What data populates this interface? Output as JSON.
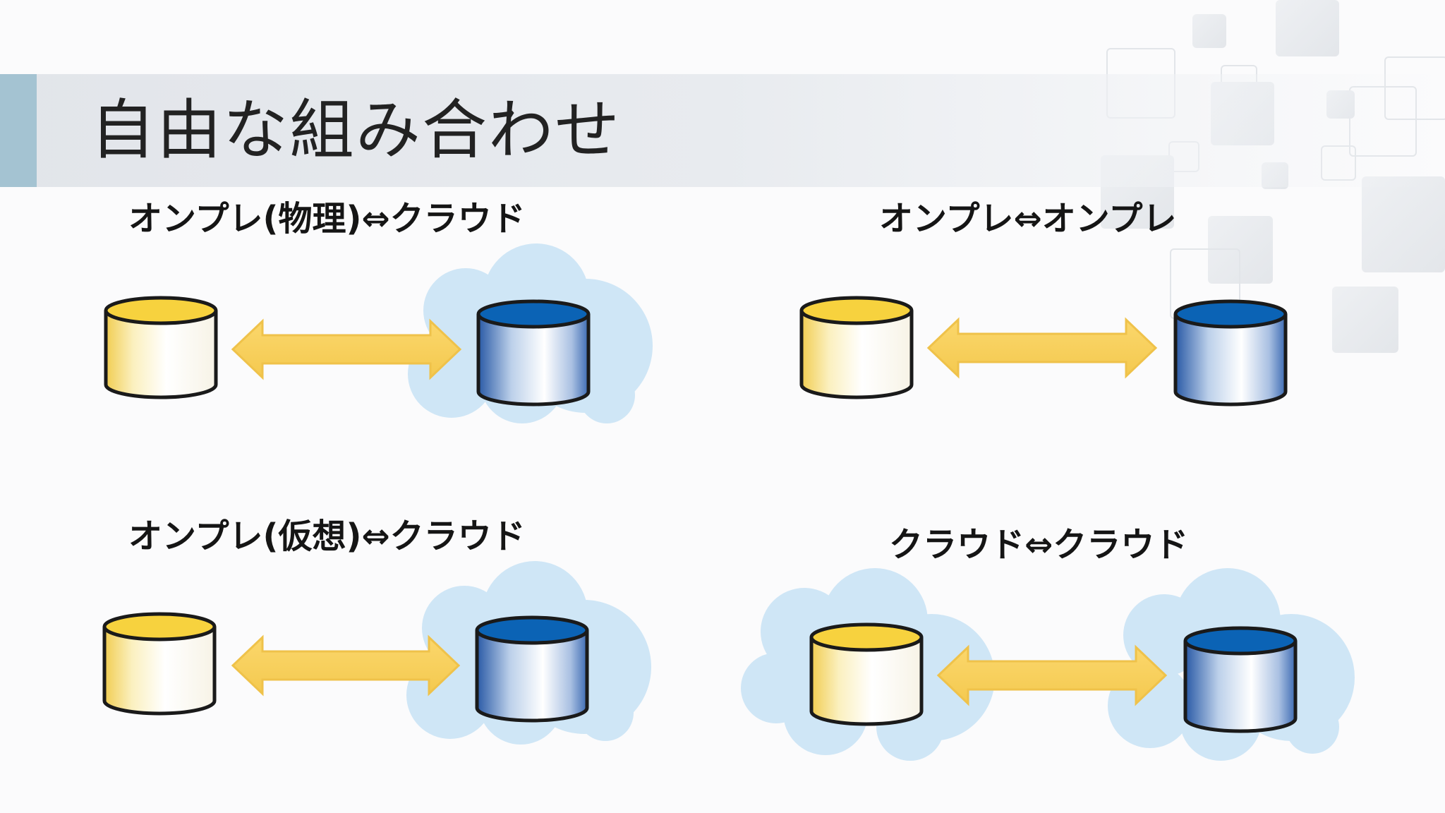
{
  "slide": {
    "title": "自由な組み合わせ"
  },
  "diagrams": [
    {
      "id": "physical-cloud",
      "label": "オンプレ(物理)⇔クラウド",
      "left_in_cloud": false,
      "right_in_cloud": true
    },
    {
      "id": "onprem-onprem",
      "label": "オンプレ⇔オンプレ",
      "left_in_cloud": false,
      "right_in_cloud": false
    },
    {
      "id": "virtual-cloud",
      "label": "オンプレ(仮想)⇔クラウド",
      "left_in_cloud": false,
      "right_in_cloud": true
    },
    {
      "id": "cloud-cloud",
      "label": "クラウド⇔クラウド",
      "left_in_cloud": true,
      "right_in_cloud": true
    }
  ],
  "colors": {
    "onprem_cylinder_top": "#f7d23e",
    "onprem_cylinder_body": "#f3d35a",
    "cloud_cylinder_top": "#0b63b5",
    "cloud_cylinder_body": "#2a5da8",
    "arrow": "#f8d164",
    "cloud": "#cde6f6",
    "title_accent": "#a4c3d2"
  }
}
